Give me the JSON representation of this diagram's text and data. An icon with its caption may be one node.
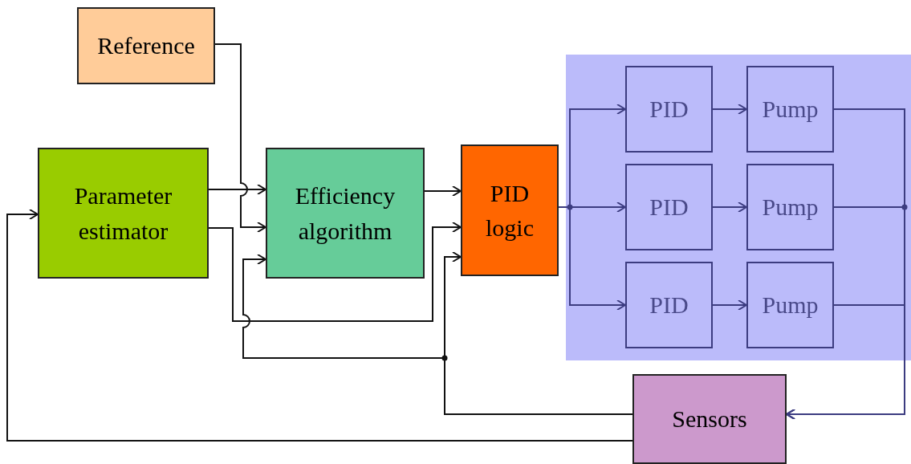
{
  "diagram": {
    "nodes": [
      {
        "text": [
          "Reference"
        ]
      },
      {
        "text": [
          "Parameter estimator"
        ]
      },
      {
        "text": [
          "Efficiency algorithm"
        ]
      },
      {
        "text": [
          "PID logic"
        ]
      },
      {
        "text": [],
        "shape": "box"
      },
      {
        "text": [
          "PID"
        ],
        "in": 4
      },
      {
        "text": [
          "Pump"
        ],
        "in": 4
      },
      {
        "text": [
          "PID"
        ],
        "in": 4
      },
      {
        "text": [
          "Pump"
        ],
        "in": 4
      },
      {
        "text": [
          "PID"
        ],
        "in": 4
      },
      {
        "text": [
          "Pump"
        ],
        "in": 4
      },
      {
        "text": [
          "Sensors"
        ]
      }
    ],
    "edges": [
      {
        "from": 0,
        "to": 2,
        "arrow": "to",
        "color": "#111111"
      },
      {
        "from": 1,
        "to": 2,
        "arrow": "to",
        "color": "#111111"
      },
      {
        "from": 1,
        "to": 3,
        "arrow": "to",
        "color": "#111111"
      },
      {
        "from": 2,
        "to": 3,
        "arrow": "to",
        "color": "#111111"
      },
      {
        "from": 11,
        "to": 2,
        "arrow": "to",
        "color": "#111111"
      },
      {
        "from": 11,
        "to": 3,
        "arrow": "to",
        "color": "#111111"
      },
      {
        "from": 11,
        "to": 1,
        "arrow": "to",
        "color": "#111111"
      },
      {
        "from": 3,
        "to": 5,
        "arrow": "to"
      },
      {
        "from": 3,
        "to": 7,
        "arrow": "to"
      },
      {
        "from": 3,
        "to": 9,
        "arrow": "to"
      },
      {
        "from": 5,
        "to": 6,
        "arrow": "to"
      },
      {
        "from": 7,
        "to": 8,
        "arrow": "to"
      },
      {
        "from": 9,
        "to": 10,
        "arrow": "to"
      },
      {
        "from": 6,
        "to": 11,
        "arrow": "to"
      },
      {
        "from": 8,
        "to": 11,
        "arrow": "to"
      },
      {
        "from": 10,
        "to": 11,
        "arrow": "to"
      }
    ]
  }
}
